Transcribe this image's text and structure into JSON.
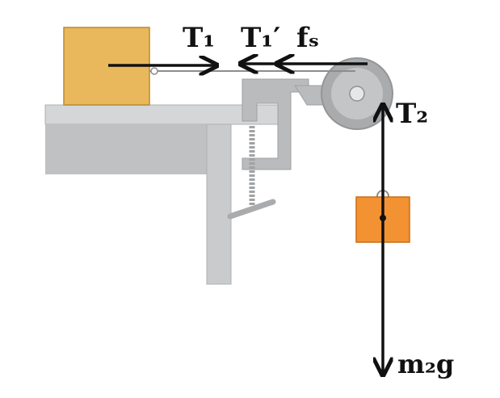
{
  "labels": {
    "t1": "T₁",
    "t1_prime": "T₁′",
    "fs": "fₛ",
    "t2": "T₂",
    "m2g": "m₂g"
  },
  "colors": {
    "block_fill": "#e9b85c",
    "block_stroke": "#b88a2e",
    "hanging_mass_fill": "#f39233",
    "hanging_mass_stroke": "#c96d12",
    "table_top": "#d4d6d8",
    "table_body": "#bfc1c3",
    "clamp": "#b9bbbd",
    "pulley": "#a9abad",
    "arrow": "#111111"
  }
}
